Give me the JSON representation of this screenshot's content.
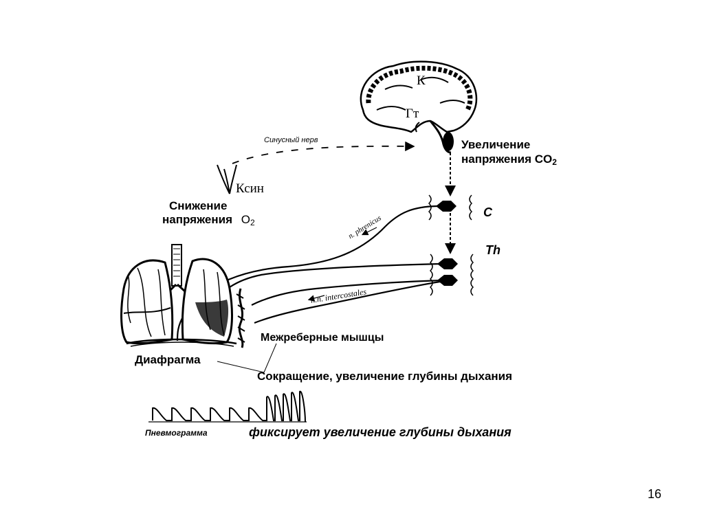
{
  "labels": {
    "cortex": "К",
    "hypothalamus": "Гт",
    "sinus_nerve": "Синусный нерв",
    "co2_increase_line1": "Увеличение",
    "co2_increase_line2": "напряжения CO",
    "co2_subscript": "2",
    "ksin": "Ксин",
    "o2_decrease_line1": "Снижение",
    "o2_decrease_line2": "напряжения",
    "o2_symbol": "О",
    "o2_subscript": "2",
    "cervical": "C",
    "thoracic": "Th",
    "phrenicus": "n. phrenicus",
    "intercostales": "n.n. intercostales",
    "intercostal_muscles": "Межреберные мышцы",
    "diaphragm": "Диафрагма",
    "contraction": "Сокращение, увеличение глубины дыхания",
    "pneumogram": "Пневмограмма",
    "records": "фиксирует увеличение глубины дыхания"
  },
  "page_number": "16",
  "colors": {
    "ink": "#000000",
    "shade": "#3a3a3a",
    "paper": "#ffffff"
  }
}
